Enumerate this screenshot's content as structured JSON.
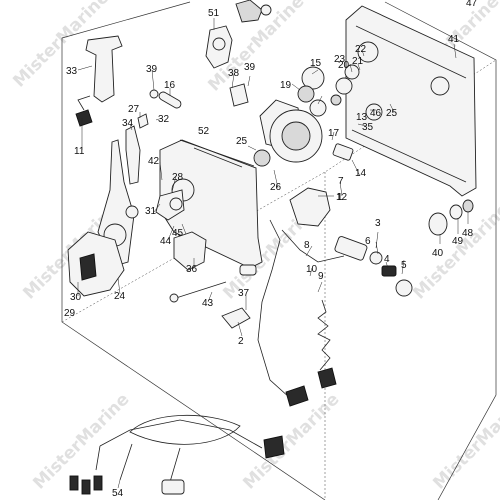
{
  "watermark": {
    "text": "MisterMarine"
  },
  "callouts": [
    "1",
    "2",
    "3",
    "4",
    "5",
    "6",
    "7",
    "8",
    "9",
    "10",
    "11",
    "12",
    "13",
    "14",
    "15",
    "16",
    "17",
    "19",
    "20",
    "21",
    "22",
    "23",
    "24",
    "25",
    "25",
    "26",
    "27",
    "28",
    "29",
    "30",
    "31",
    "32",
    "33",
    "34",
    "35",
    "36",
    "37",
    "38",
    "39",
    "39",
    "40",
    "41",
    "42",
    "43",
    "44",
    "45",
    "46",
    "47",
    "48",
    "49",
    "51",
    "52",
    "54"
  ]
}
